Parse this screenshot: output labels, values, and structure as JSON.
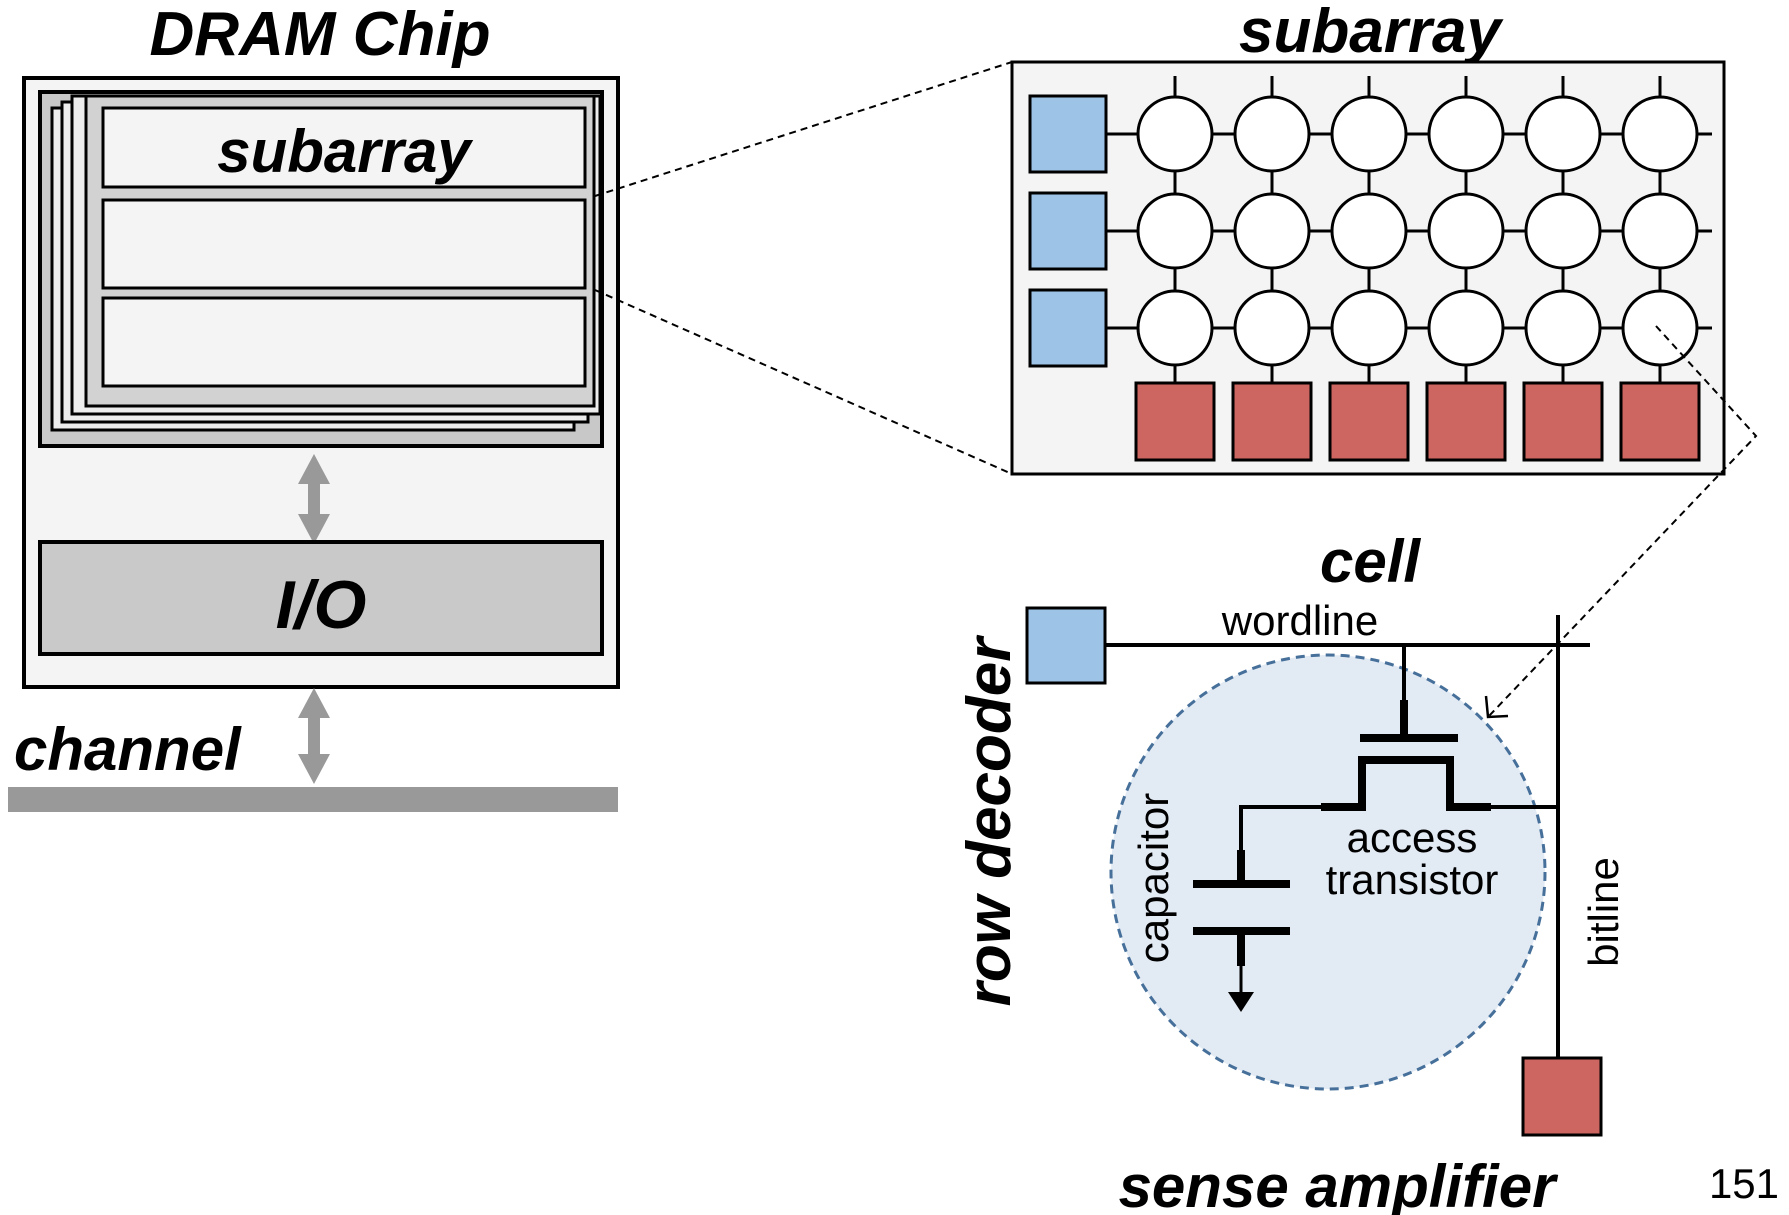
{
  "labels": {
    "dram_chip": "DRAM Chip",
    "subarray_in_chip": "subarray",
    "io": "I/O",
    "channel": "channel",
    "subarray_title": "subarray",
    "cell_title": "cell",
    "wordline": "wordline",
    "row_decoder": "row decoder",
    "capacitor": "capacitor",
    "access_transistor_line1": "access",
    "access_transistor_line2": "transistor",
    "bitline": "bitline",
    "sense_amplifier": "sense amplifier",
    "page_number": "151"
  },
  "subarray_grid": {
    "rows": 3,
    "cols": 6
  },
  "colors": {
    "row_decoder": "#9dc3e6",
    "sense_amplifier": "#cd6660",
    "panel_fill": "#f4f4f4",
    "io_fill": "#c9c9c9",
    "channel_bar": "#999999",
    "cell_circle_fill": "#e2eaf4",
    "cell_circle_stroke": "#46709a",
    "arrow_gray": "#999999"
  }
}
